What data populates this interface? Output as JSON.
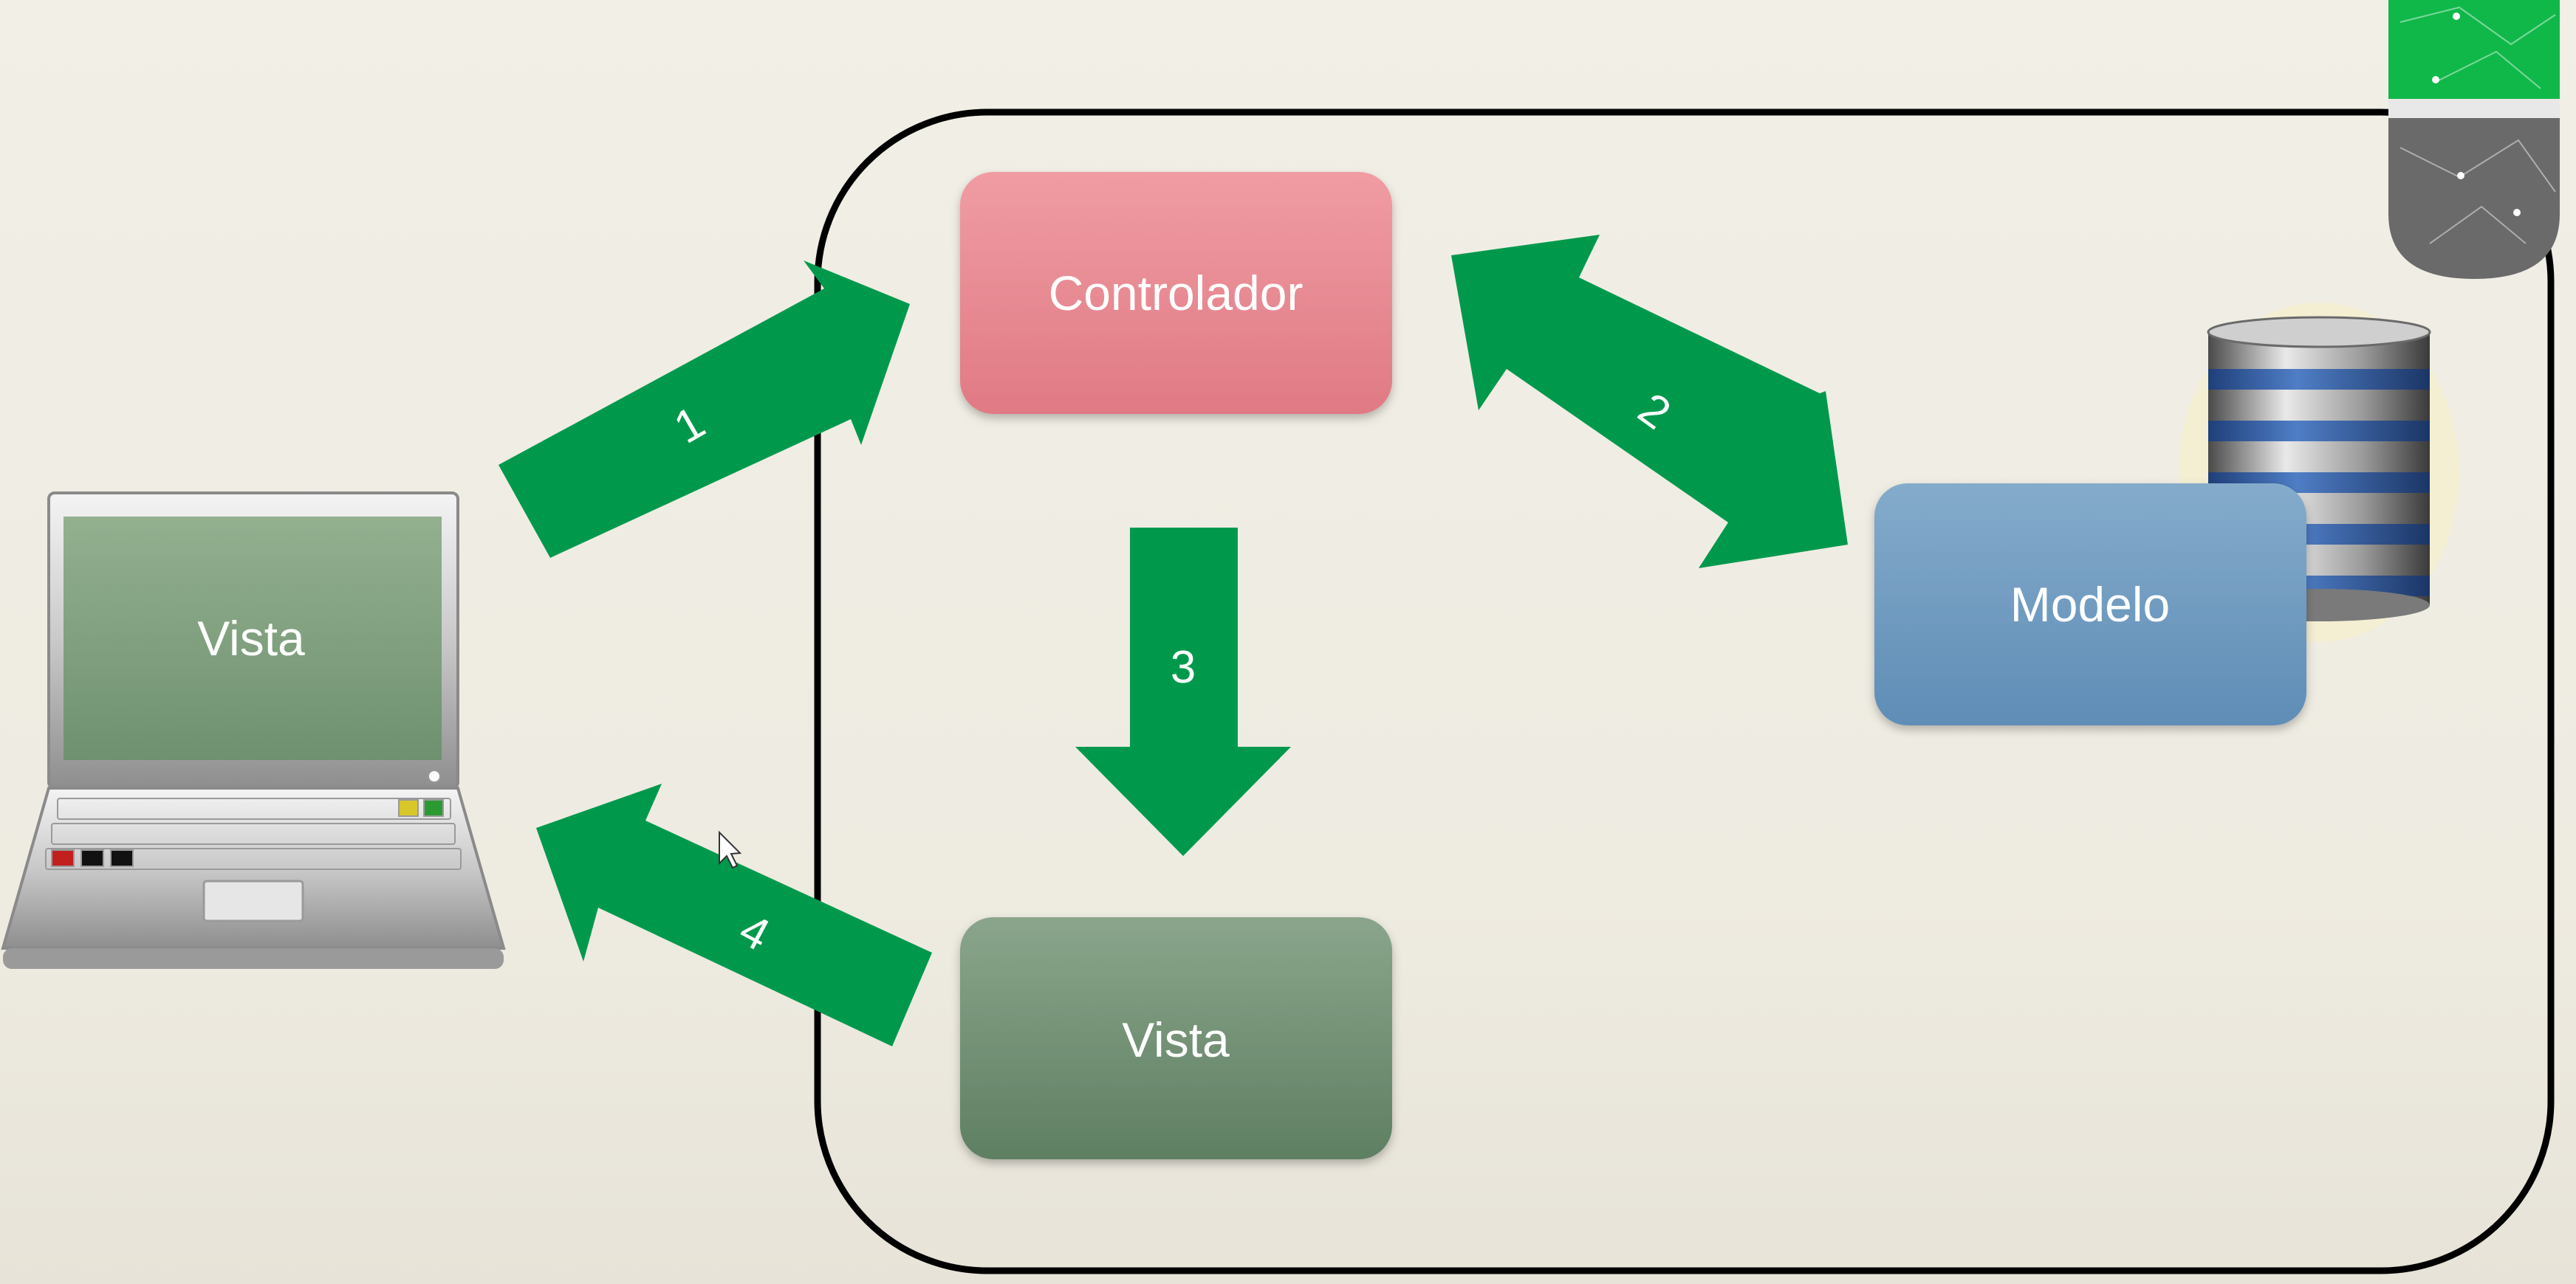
{
  "diagram": {
    "controller_label": "Controlador",
    "model_label": "Modelo",
    "view_label": "Vista",
    "client_view_label": "Vista",
    "step_1": "1",
    "step_2": "2",
    "step_3": "3",
    "step_4": "4"
  },
  "colors": {
    "arrow": "#00994c",
    "controller": "#e98a93",
    "model": "#6f9bc0",
    "view": "#6f8f72",
    "frame": "#000000"
  },
  "icons": [
    "laptop-icon",
    "database-icon",
    "logo-icon",
    "cursor-icon"
  ]
}
